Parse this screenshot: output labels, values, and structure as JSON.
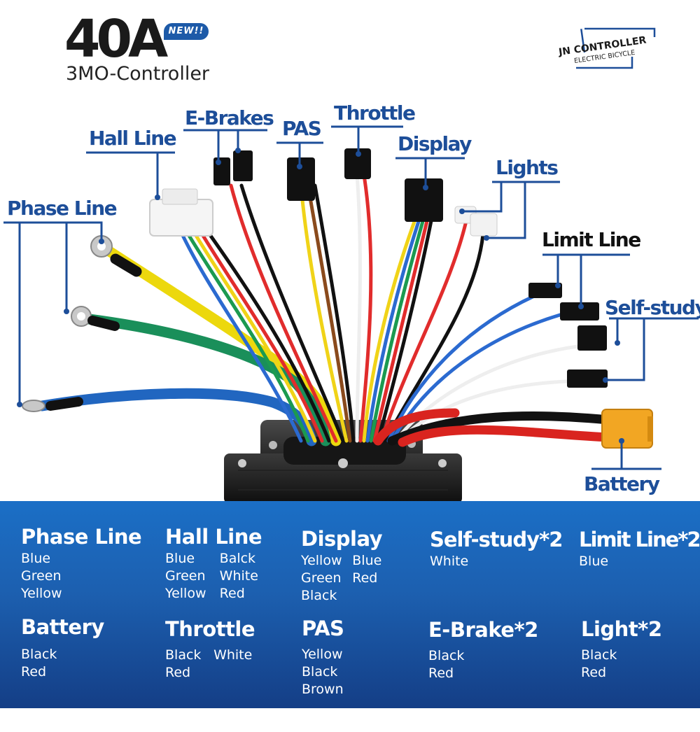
{
  "header": {
    "title": "40A",
    "badge": "NEW!!",
    "subtitle": "3MO-Controller"
  },
  "logo": {
    "line1": "JN CONTROLLER",
    "line2": "ELECTRIC BICYCLE"
  },
  "callouts": {
    "phase_line": "Phase Line",
    "hall_line": "Hall Line",
    "e_brakes": "E-Brakes",
    "pas": "PAS",
    "throttle": "Throttle",
    "display": "Display",
    "lights": "Lights",
    "limit_line": "Limit Line",
    "self_study": "Self-study",
    "battery": "Battery"
  },
  "legend": [
    {
      "title": "Phase Line",
      "colors": [
        "Blue",
        "Green",
        "Yellow"
      ]
    },
    {
      "title": "Hall Line",
      "colors": [
        "Blue",
        "Balck",
        "Green",
        "White",
        "Yellow",
        "Red"
      ]
    },
    {
      "title": "Display",
      "colors": [
        "Yellow",
        "Blue",
        "Green",
        "Red",
        "Black"
      ]
    },
    {
      "title": "Self-study*2",
      "colors": [
        "White"
      ]
    },
    {
      "title": "Limit Line*2",
      "colors": [
        "Blue"
      ]
    },
    {
      "title": "Battery",
      "colors": [
        "Black",
        "Red"
      ]
    },
    {
      "title": "Throttle",
      "colors": [
        "Black",
        "White",
        "Red"
      ]
    },
    {
      "title": "PAS",
      "colors": [
        "Yellow",
        "Black",
        "Brown"
      ]
    },
    {
      "title": "E-Brake*2",
      "colors": [
        "Black",
        "Red"
      ]
    },
    {
      "title": "Light*2",
      "colors": [
        "Black",
        "Red"
      ]
    }
  ],
  "colors": {
    "accent_blue": "#1d4e99",
    "panel_blue": "#1c5faf"
  }
}
